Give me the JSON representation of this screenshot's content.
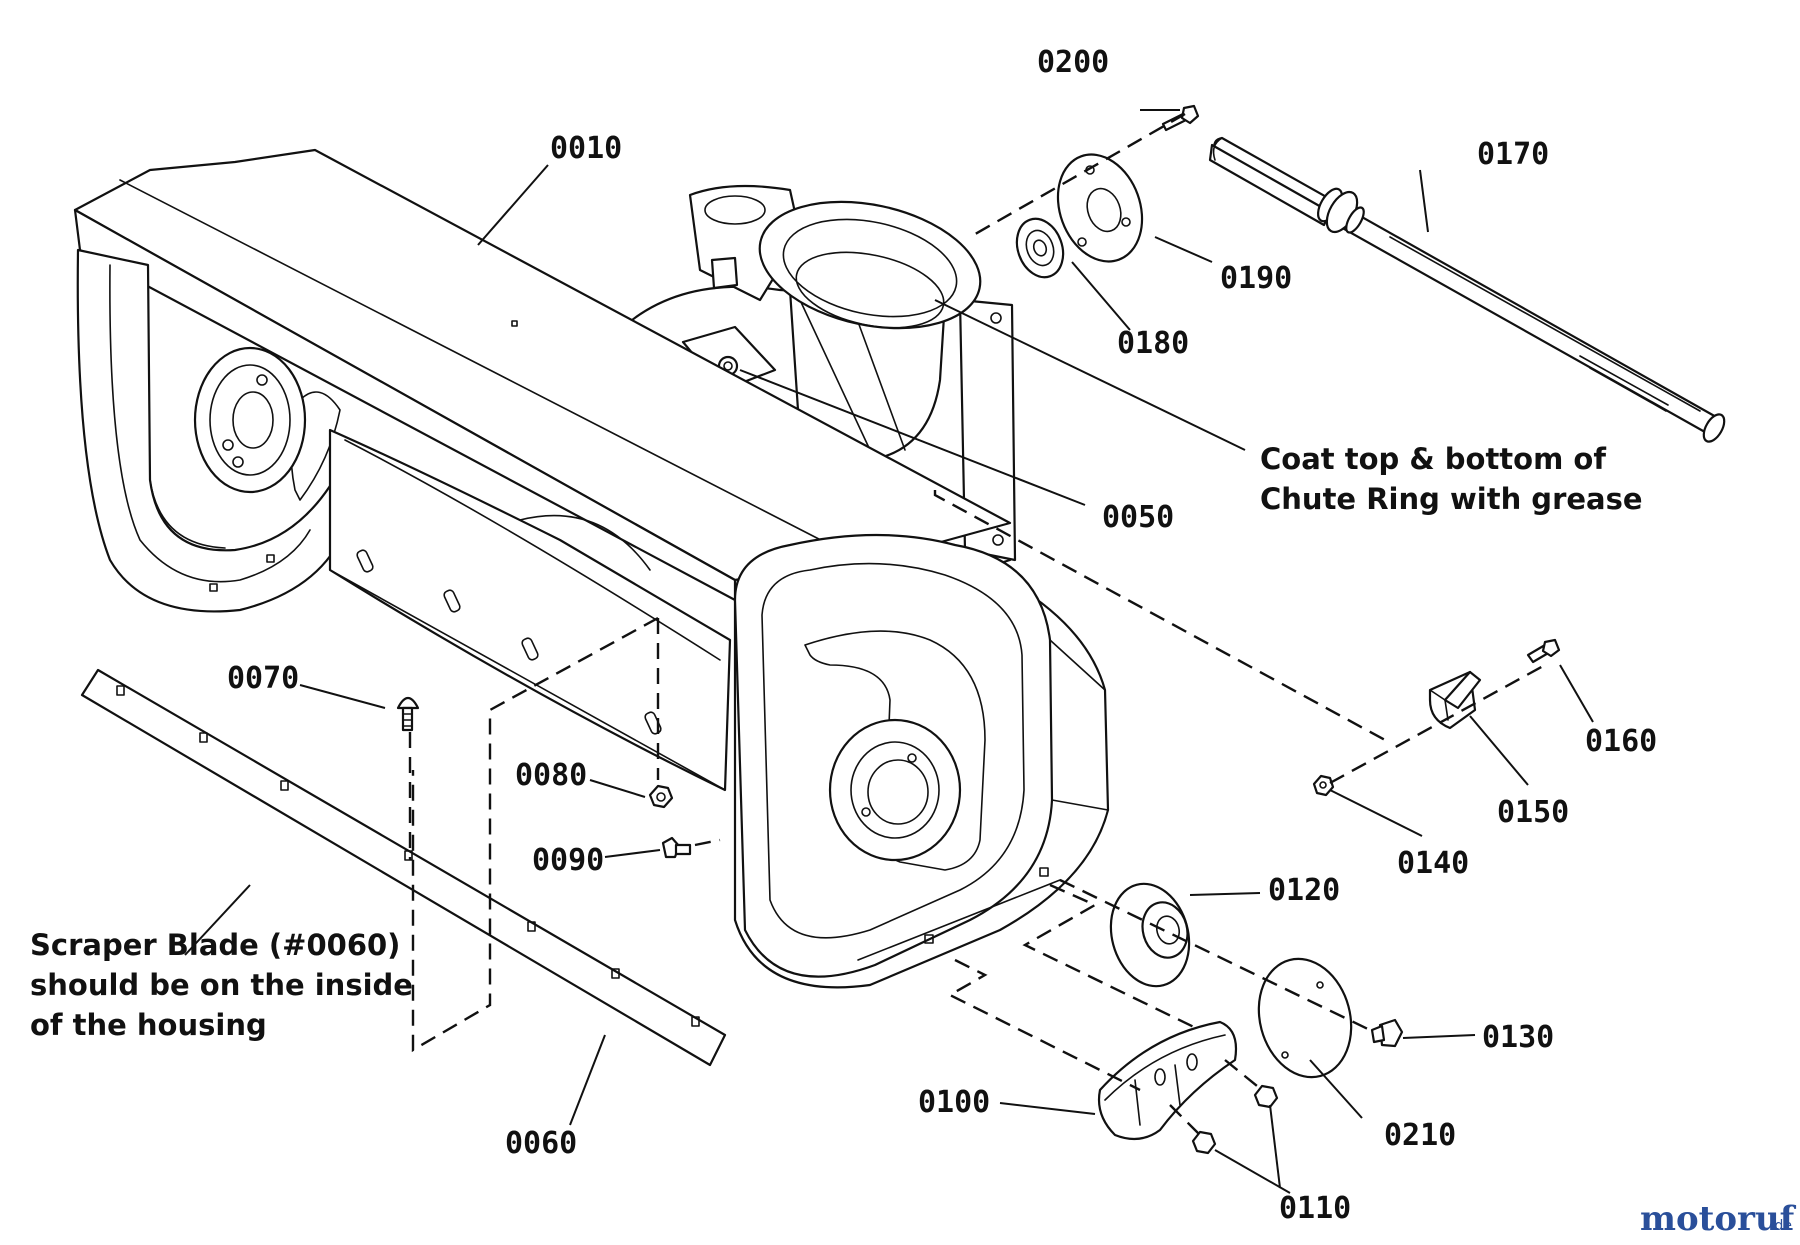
{
  "labels": {
    "p0010": "0010",
    "p0050": "0050",
    "p0060": "0060",
    "p0070": "0070",
    "p0080": "0080",
    "p0090": "0090",
    "p0100": "0100",
    "p0110": "0110",
    "p0120": "0120",
    "p0130": "0130",
    "p0140": "0140",
    "p0150": "0150",
    "p0160": "0160",
    "p0170": "0170",
    "p0180": "0180",
    "p0190": "0190",
    "p0200": "0200",
    "p0210": "0210"
  },
  "notes": {
    "grease_line1": "Coat top & bottom of",
    "grease_line2": "Chute Ring with grease",
    "scraper_line1": "Scraper Blade (#0060)",
    "scraper_line2": "should be on the inside",
    "scraper_line3": "of the housing"
  },
  "watermark": {
    "text_main": "motoruf",
    "text_suffix": ".de",
    "colors": {
      "mot": "#2a4f9a",
      "o2": "#c0392b",
      "ruf": "#2a4f9a"
    }
  }
}
